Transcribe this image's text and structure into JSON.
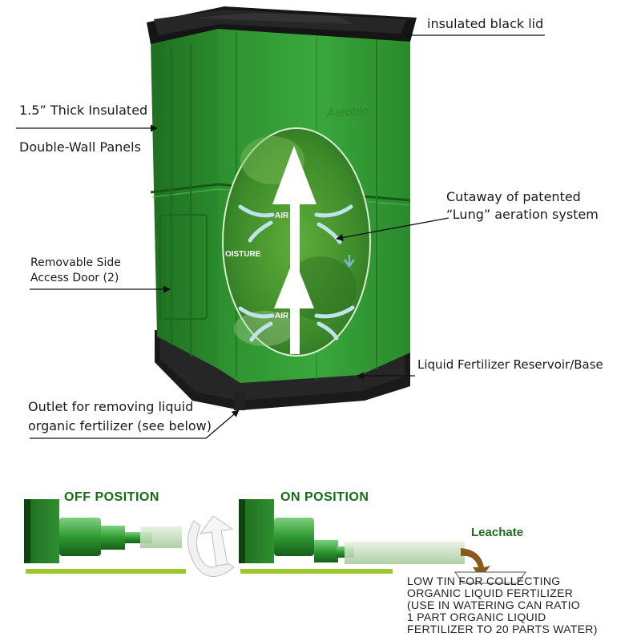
{
  "labels": {
    "lid": "insulated black lid",
    "panels_line1": "1.5” Thick Insulated",
    "panels_line2": "Double-Wall Panels",
    "cutaway_line1": "Cutaway of patented",
    "cutaway_line2": "“Lung” aeration system",
    "door_line1": "Removable Side",
    "door_line2": "Access Door (2)",
    "reservoir": "Liquid Fertilizer Reservoir/Base",
    "outlet_line1": "Outlet for removing liquid",
    "outlet_line2": "organic fertilizer (see below)"
  },
  "cutaway": {
    "air_top": "AIR",
    "air_bottom": "AIR",
    "moisture": "OISTURE"
  },
  "logo_text": "Aerobin",
  "valve": {
    "off_title": "OFF POSITION",
    "on_title": "ON POSITION",
    "leachate": "Leachate",
    "tin_lines": [
      "LOW TIN FOR COLLECTING",
      "ORGANIC LIQUID FERTILIZER",
      "(USE IN WATERING CAN RATIO",
      "1 PART ORGANIC LIQUID",
      "FERTILIZER TO 20 PARTS WATER)"
    ]
  },
  "colors": {
    "bin_green": "#2f9a32",
    "bin_dark": "#1d6b1f",
    "lid_black": "#151515",
    "title_green": "#156b1a",
    "leachate_brown": "#8a5a1c",
    "ground_line": "#9cc82e"
  }
}
